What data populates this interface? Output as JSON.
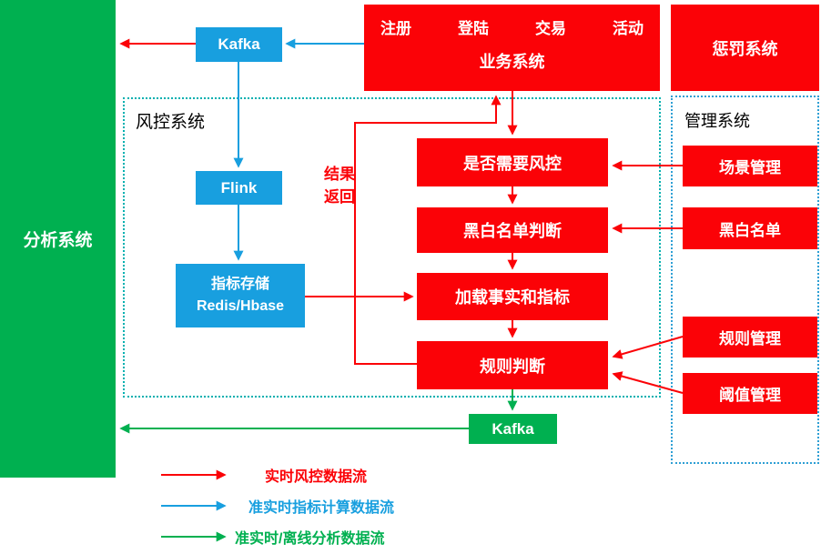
{
  "colors": {
    "red": "#fb0207",
    "blue": "#189fdf",
    "green": "#00b050",
    "risk_group_border": "#00b0b0",
    "mgmt_group_border": "#2e9fd4"
  },
  "analysis_system": {
    "label": "分析系统"
  },
  "top_kafka": {
    "label": "Kafka"
  },
  "business_system": {
    "label": "业务系统",
    "events": [
      "注册",
      "登陆",
      "交易",
      "活动"
    ]
  },
  "punish_system": {
    "label": "惩罚系统"
  },
  "risk_system": {
    "label": "风控系统",
    "flink": {
      "label": "Flink"
    },
    "storage": {
      "line1": "指标存储",
      "line2": "Redis/Hbase"
    },
    "result_return": {
      "line1": "结果",
      "line2": "返回"
    },
    "chain": [
      {
        "label": "是否需要风控"
      },
      {
        "label": "黑白名单判断"
      },
      {
        "label": "加载事实和指标"
      },
      {
        "label": "规则判断"
      }
    ]
  },
  "management_system": {
    "label": "管理系统",
    "items": [
      {
        "label": "场景管理"
      },
      {
        "label": "黑白名单"
      },
      {
        "label": "规则管理"
      },
      {
        "label": "阈值管理"
      }
    ]
  },
  "bottom_kafka": {
    "label": "Kafka"
  },
  "legend": [
    {
      "label": "实时风控数据流",
      "color": "#fb0207"
    },
    {
      "label": "准实时指标计算数据流",
      "color": "#189fdf"
    },
    {
      "label": "准实时/离线分析数据流",
      "color": "#00b050"
    }
  ]
}
